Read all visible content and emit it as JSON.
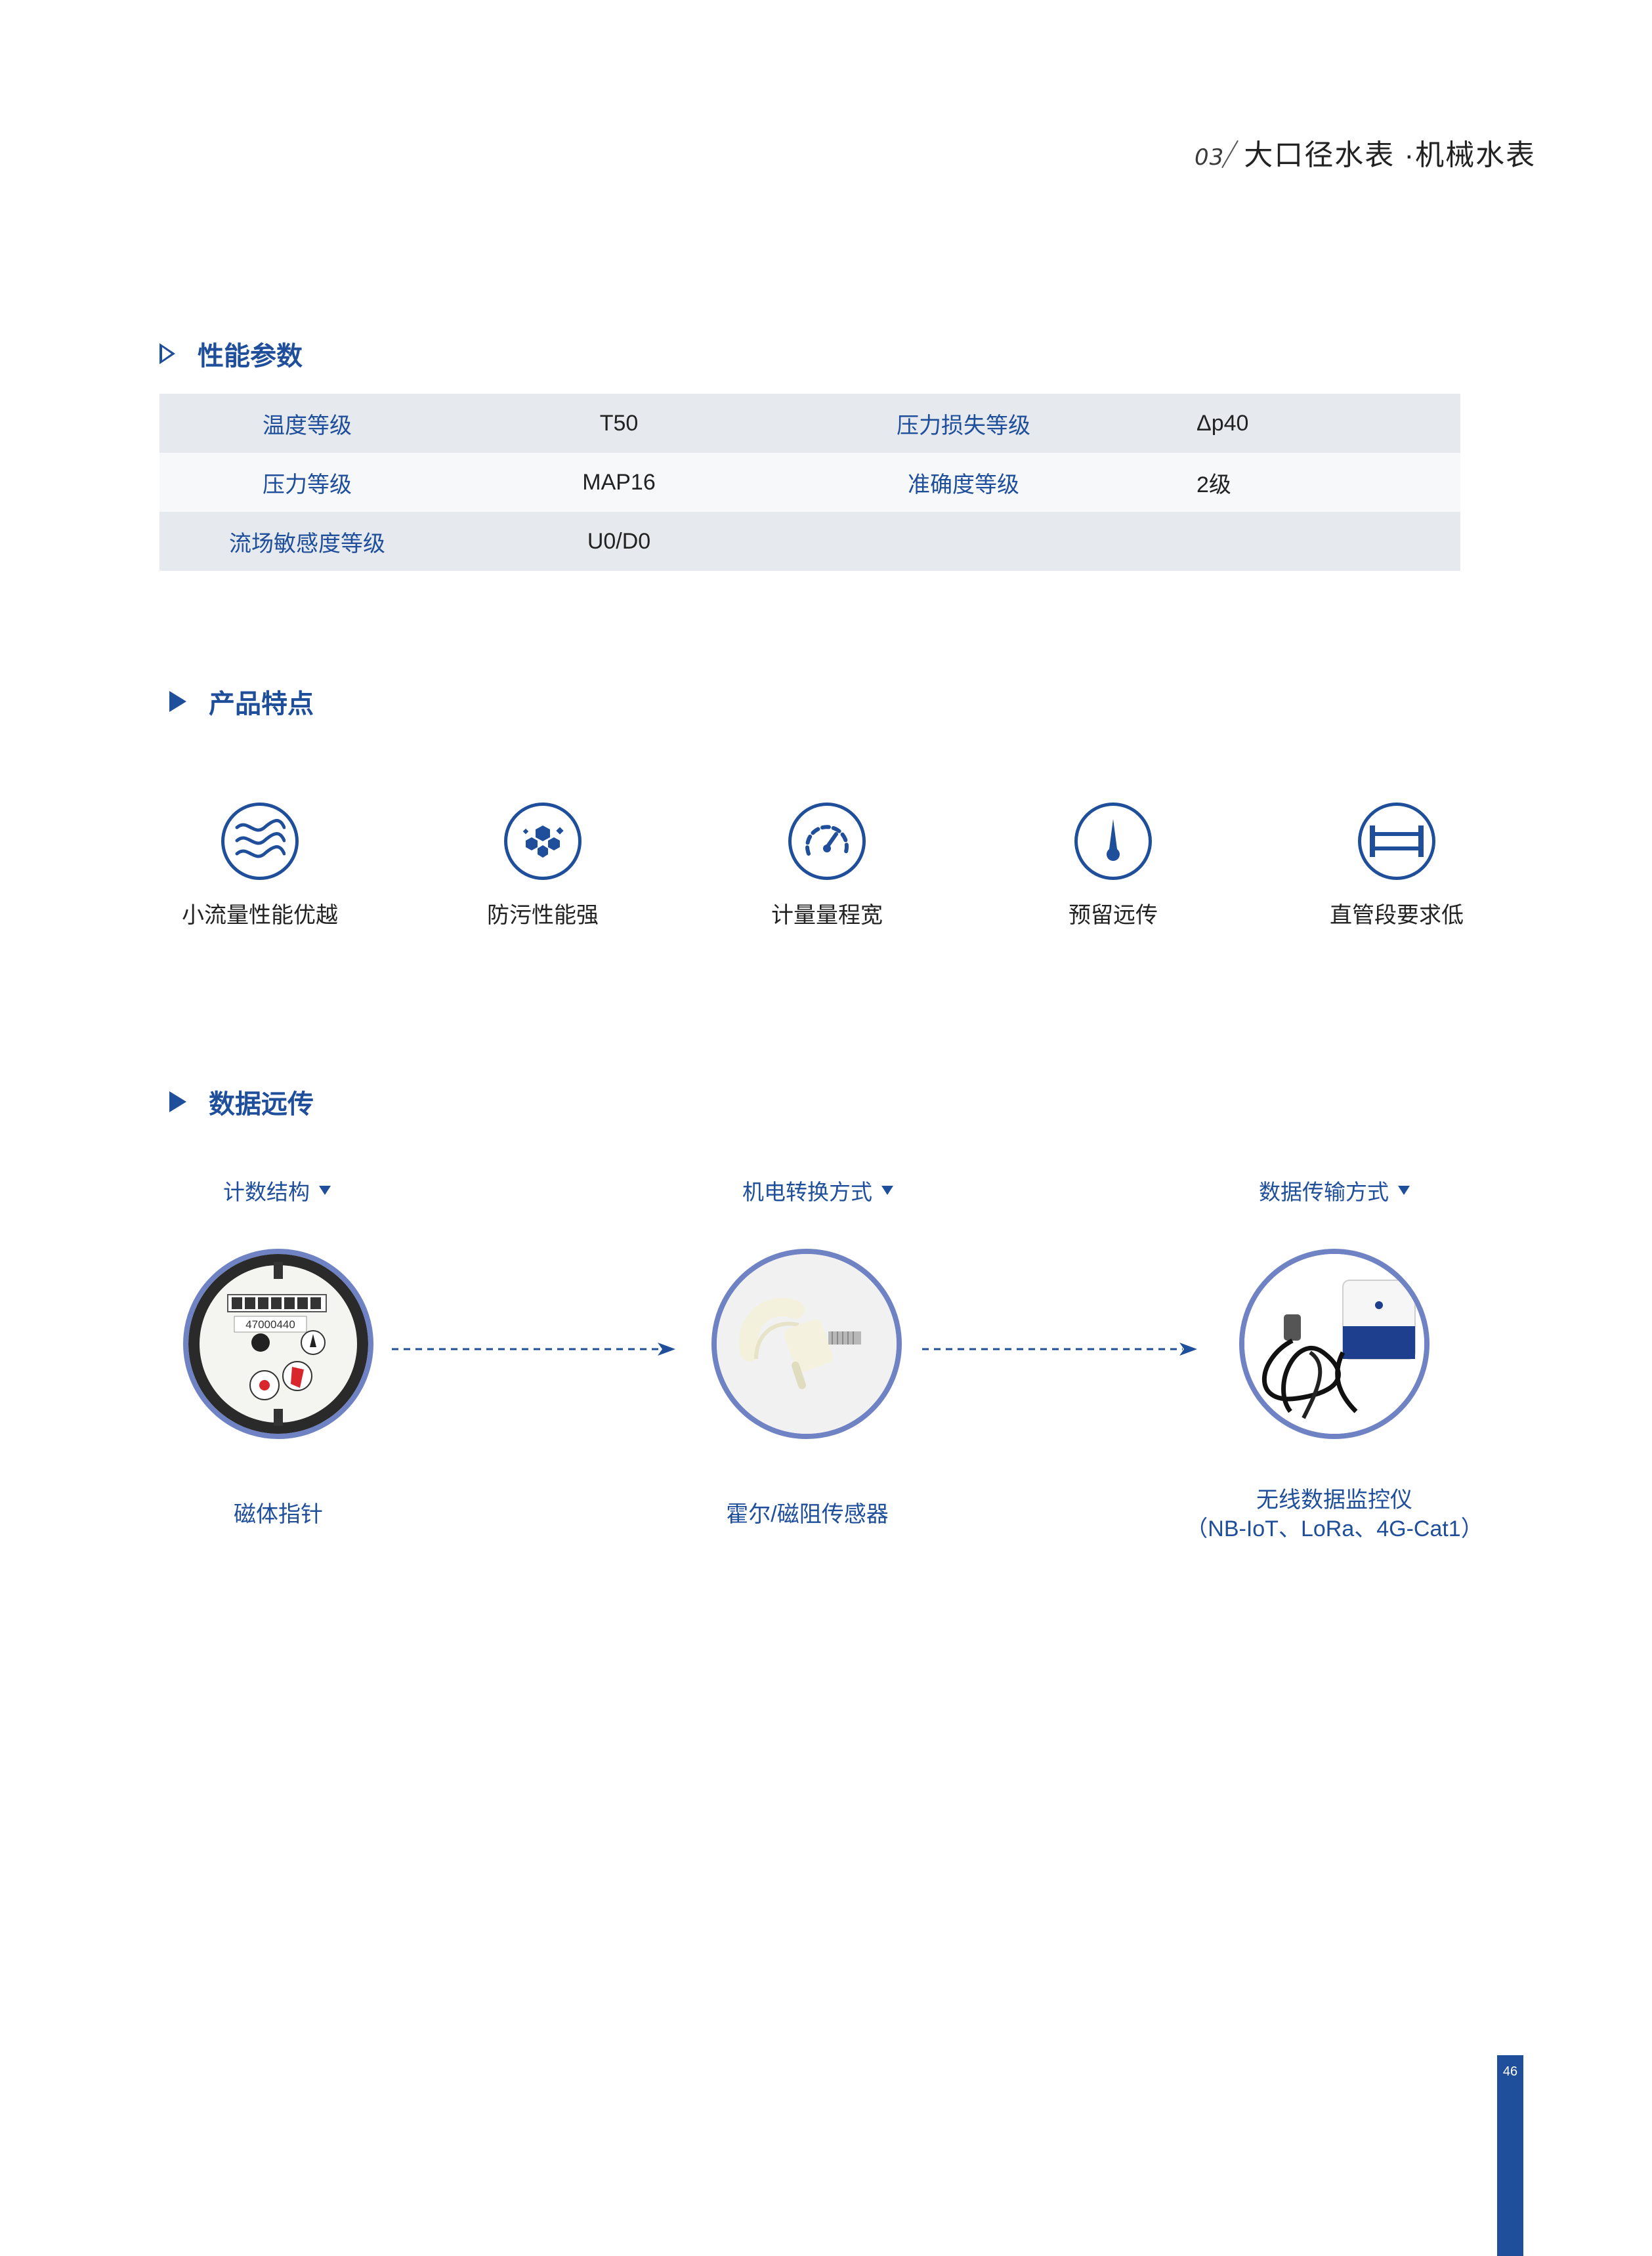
{
  "header": {
    "section_number": "03",
    "title": "大口径水表 ·机械水表"
  },
  "params_section": {
    "title": "性能参数",
    "rows": [
      {
        "label1": "温度等级",
        "value1": "T50",
        "label2": "压力损失等级",
        "value2": "Δp40"
      },
      {
        "label1": "压力等级",
        "value1": "MAP16",
        "label2": "准确度等级",
        "value2": "2级"
      },
      {
        "label1": "流场敏感度等级",
        "value1": "U0/D0",
        "label2": "",
        "value2": ""
      }
    ]
  },
  "features_section": {
    "title": "产品特点",
    "items": [
      {
        "label": "小流量性能优越",
        "icon": "wave-flow-icon"
      },
      {
        "label": "防污性能强",
        "icon": "particles-icon"
      },
      {
        "label": "计量量程宽",
        "icon": "gauge-icon"
      },
      {
        "label": "预留远传",
        "icon": "needle-icon"
      },
      {
        "label": "直管段要求低",
        "icon": "straight-pipe-icon"
      }
    ]
  },
  "data_section": {
    "title": "数据远传",
    "steps": [
      {
        "heading": "计数结构",
        "caption_line1": "磁体指针",
        "caption_line2": "",
        "photo": "water-meter-dial-photo",
        "dial_reading": "47000440"
      },
      {
        "heading": "机电转换方式",
        "caption_line1": "霍尔/磁阻传感器",
        "caption_line2": "",
        "photo": "sensor-probe-photo"
      },
      {
        "heading": "数据传输方式",
        "caption_line1": "无线数据监控仪",
        "caption_line2": "（NB-IoT、LoRa、4G-Cat1）",
        "photo": "wireless-monitor-photo"
      }
    ]
  },
  "page_number": "46",
  "colors": {
    "accent": "#1f4e9b",
    "photo_ring": "#6f83c4",
    "table_shade": "#e6eaee"
  }
}
